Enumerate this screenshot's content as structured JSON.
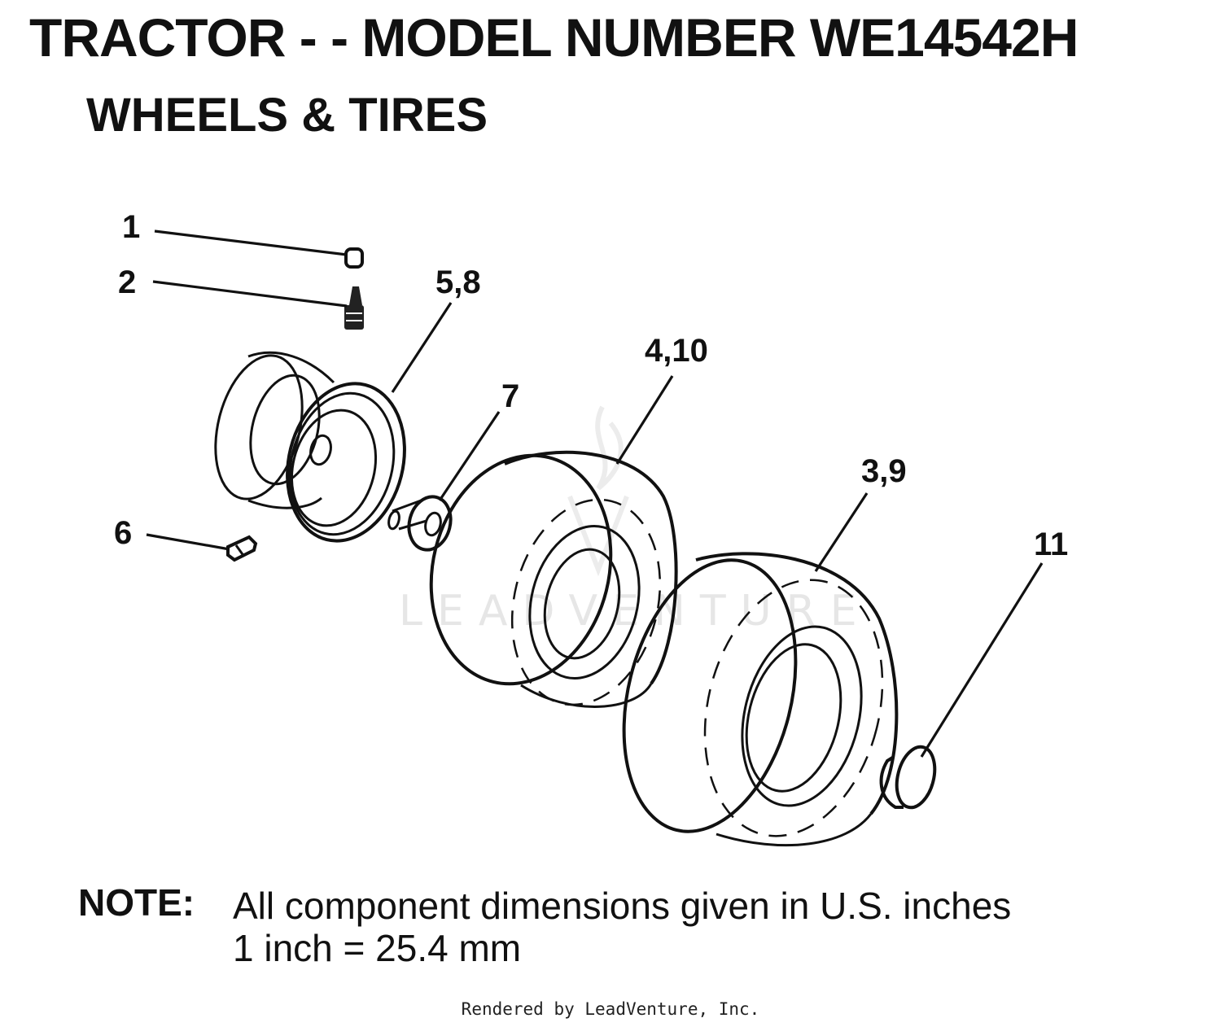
{
  "title": "TRACTOR - - MODEL NUMBER WE14542H",
  "subtitle": "WHEELS & TIRES",
  "callouts": {
    "c1": "1",
    "c2": "2",
    "c3_9": "3,9",
    "c4_10": "4,10",
    "c5_8": "5,8",
    "c6": "6",
    "c7": "7",
    "c11": "11"
  },
  "watermark": "LEADVENTURE",
  "note": {
    "label": "NOTE:",
    "line1": "All component dimensions given in U.S. inches",
    "line2": "1 inch = 25.4 mm"
  },
  "footer": "Rendered by LeadVenture, Inc."
}
